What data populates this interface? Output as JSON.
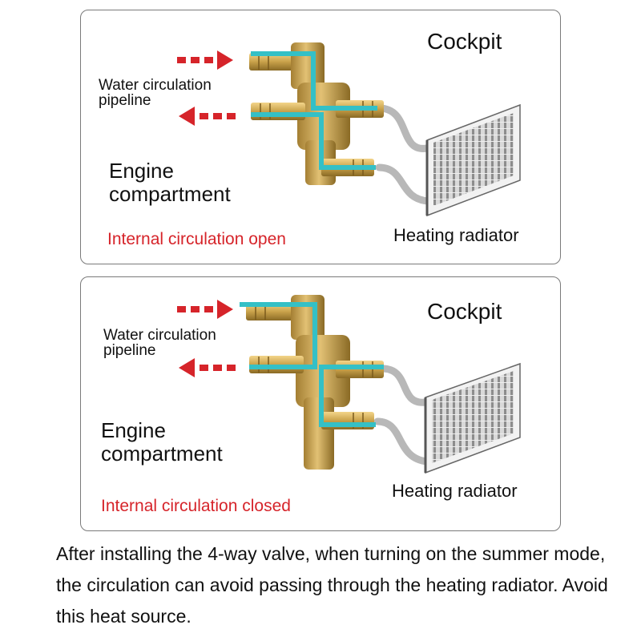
{
  "colors": {
    "brass": "#c9a24a",
    "pipe_highlight": "#34c0c6",
    "arrow_red": "#d6242a",
    "status_text_red": "#d6242a",
    "hose": "#b8b8b8"
  },
  "icons": [
    "four-way-valve",
    "heating-radiator",
    "flow-arrow-right",
    "flow-arrow-left"
  ],
  "panels": [
    {
      "cockpit_label": "Cockpit",
      "pipeline_label_line1": "Water circulation",
      "pipeline_label_line2": "pipeline",
      "engine_label_line1": "Engine",
      "engine_label_line2": "compartment",
      "status_label": "Internal circulation open",
      "radiator_label": "Heating radiator"
    },
    {
      "cockpit_label": "Cockpit",
      "pipeline_label_line1": "Water circulation",
      "pipeline_label_line2": "pipeline",
      "engine_label_line1": "Engine",
      "engine_label_line2": "compartment",
      "status_label": "Internal circulation closed",
      "radiator_label": "Heating radiator"
    }
  ],
  "caption": "After installing the 4-way valve, when turning on the summer mode, the circulation can avoid passing through the heating radiator. Avoid this heat source."
}
